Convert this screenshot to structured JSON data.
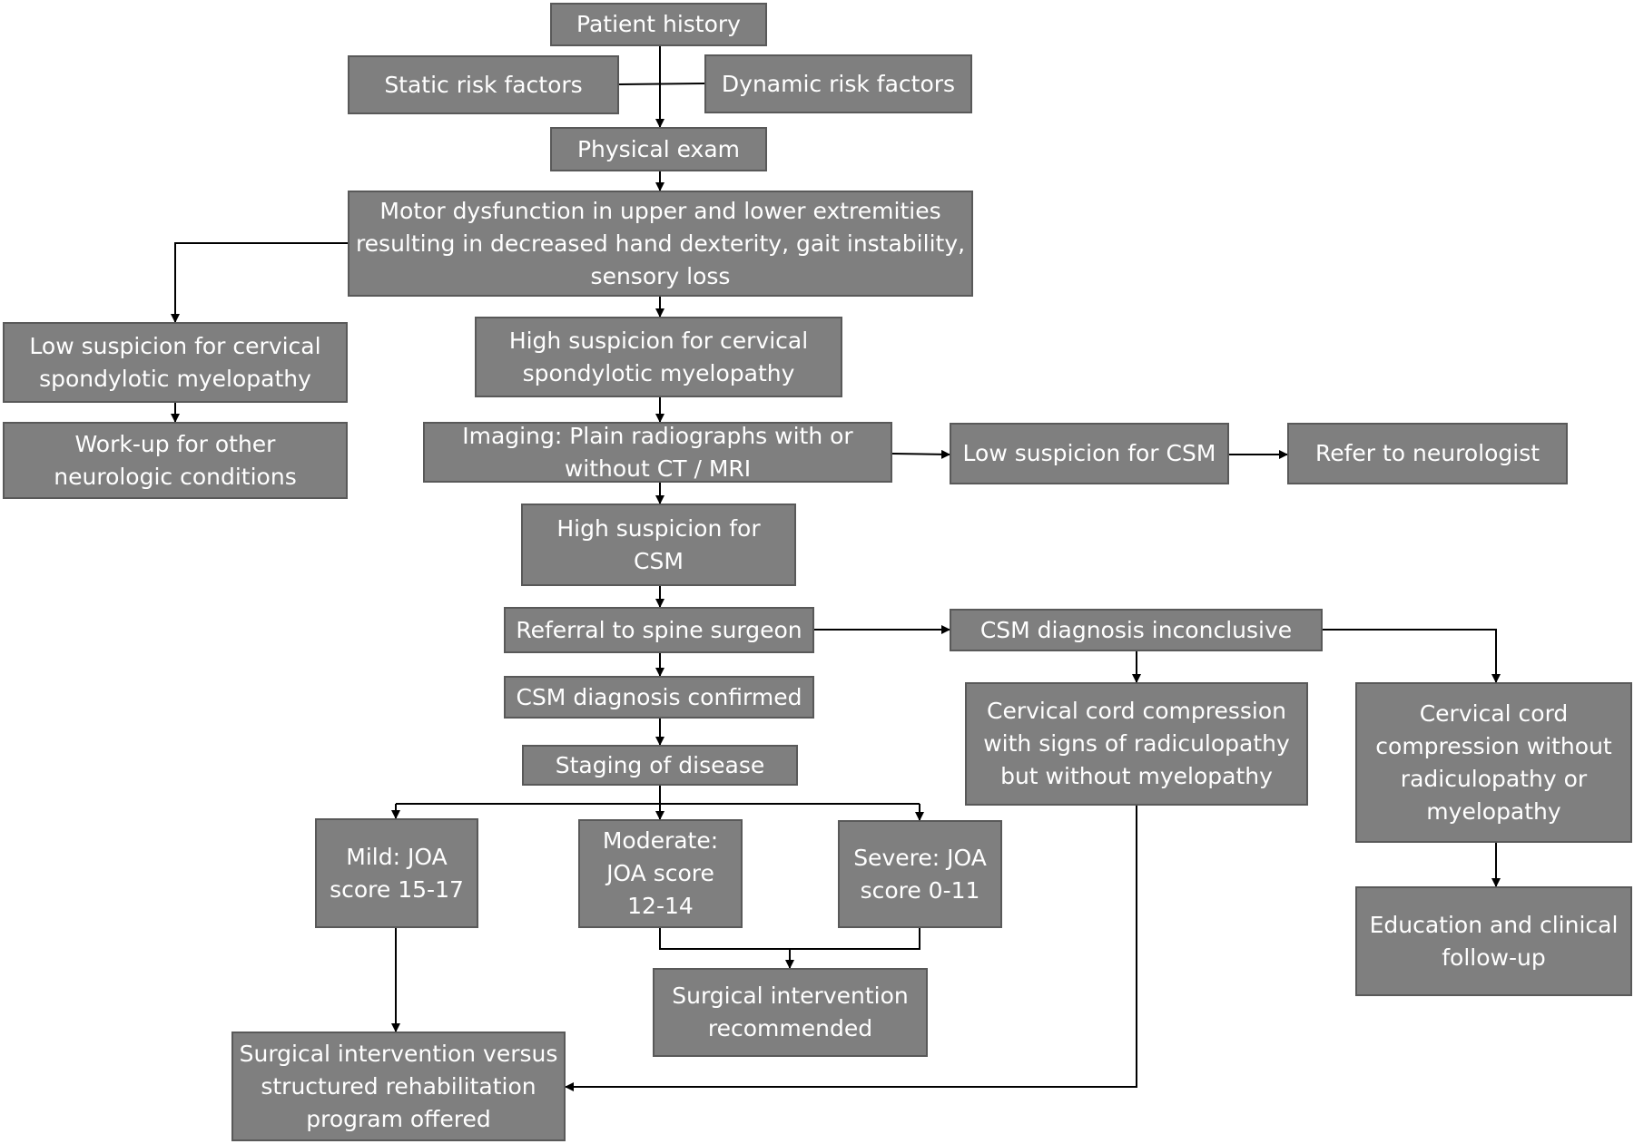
{
  "nodes": {
    "patient_history": "Patient history",
    "static_risk": "Static risk factors",
    "dynamic_risk": "Dynamic risk factors",
    "physical_exam": "Physical exam",
    "motor_dysfunction": "Motor dysfunction in upper and lower extremities\nresulting in decreased hand dexterity, gait instability,\nsensory loss",
    "low_suspicion_csm_myelopathy": "Low suspicion for cervical\nspondylotic myelopathy",
    "workup_other": "Work-up for other\nneurologic conditions",
    "high_suspicion_csm_myelopathy": "High suspicion for cervical\nspondylotic myelopathy",
    "imaging": "Imaging: Plain radiographs with or\nwithout CT / MRI",
    "low_suspicion_csm": "Low suspicion for CSM",
    "refer_neurologist": "Refer to neurologist",
    "high_suspicion_csm": "High suspicion for\nCSM",
    "referral_spine_surgeon": "Referral to spine surgeon",
    "csm_inconclusive": "CSM diagnosis inconclusive",
    "csm_confirmed": "CSM diagnosis confirmed",
    "staging": "Staging of disease",
    "compression_radiculopathy": "Cervical cord compression\nwith signs of radiculopathy\nbut without myelopathy",
    "compression_no_radiculopathy": "Cervical cord\ncompression without\nradiculopathy or\nmyelopathy",
    "mild": "Mild: JOA\nscore 15-17",
    "moderate": "Moderate:\nJOA score\n12-14",
    "severe": "Severe: JOA\nscore 0-11",
    "surgical_recommended": "Surgical intervention\nrecommended",
    "education_followup": "Education and clinical\nfollow-up",
    "surgical_vs_rehab": "Surgical intervention versus\nstructured rehabilitation\nprogram offered"
  },
  "colors": {
    "box_fill": "#7f7f7f",
    "box_border": "#595959",
    "text": "#ffffff",
    "line": "#000000"
  }
}
